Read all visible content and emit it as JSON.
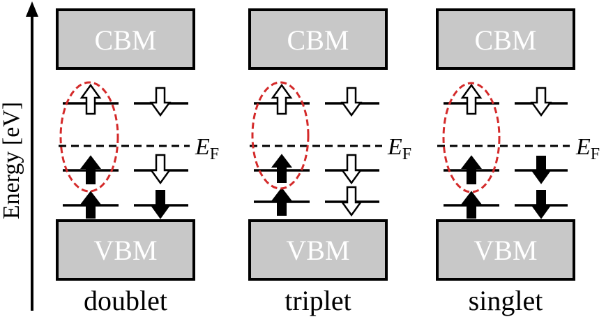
{
  "axis": {
    "label": "Energy [eV]"
  },
  "fermi": {
    "symbol": "E",
    "subscript": "F"
  },
  "panels": [
    {
      "name": "doublet",
      "label": "doublet",
      "cbm_label": "CBM",
      "vbm_label": "VBM",
      "upper_level": {
        "up": "hollow",
        "down": "hollow"
      },
      "middle_level": {
        "up": "solid",
        "down": "hollow"
      },
      "lower_level": {
        "up": "solid",
        "down": "solid"
      }
    },
    {
      "name": "triplet",
      "label": "triplet",
      "cbm_label": "CBM",
      "vbm_label": "VBM",
      "upper_level": {
        "up": "hollow",
        "down": "hollow"
      },
      "middle_level": {
        "up": "solid",
        "down": "hollow"
      },
      "lower_level": {
        "up": "solid",
        "down": "hollow"
      }
    },
    {
      "name": "singlet",
      "label": "singlet",
      "cbm_label": "CBM",
      "vbm_label": "VBM",
      "upper_level": {
        "up": "hollow",
        "down": "hollow"
      },
      "middle_level": {
        "up": "solid",
        "down": "solid"
      },
      "lower_level": {
        "up": "solid",
        "down": "solid"
      }
    }
  ],
  "colors": {
    "band_fill": "#c8c8c8",
    "highlight_ellipse": "#d42a2a"
  }
}
